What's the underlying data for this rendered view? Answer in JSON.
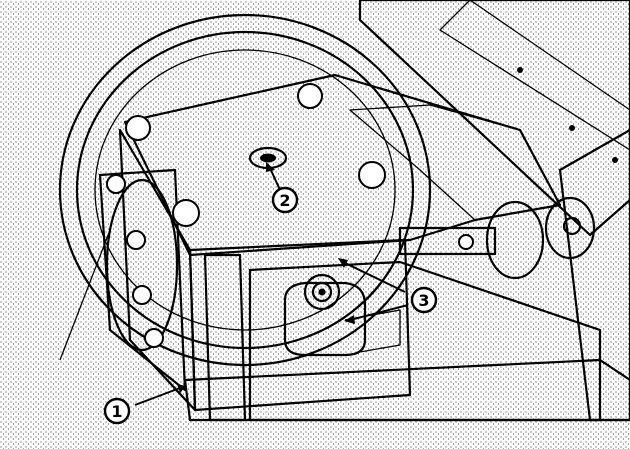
{
  "callouts": [
    {
      "id": "1",
      "label": "1"
    },
    {
      "id": "2",
      "label": "2"
    },
    {
      "id": "3",
      "label": "3"
    }
  ],
  "colors": {
    "ink": "#000000",
    "paper": "#ffffff",
    "stipple": "#8a8a8a"
  }
}
